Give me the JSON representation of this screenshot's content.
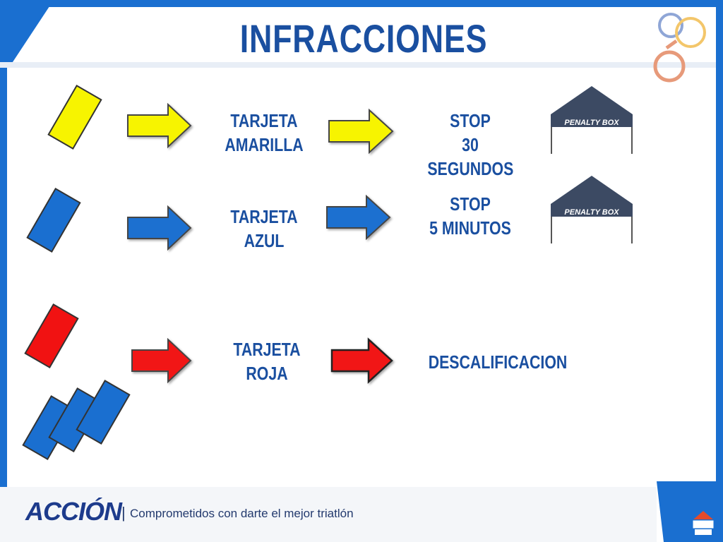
{
  "title": "INFRACCIONES",
  "rows": [
    {
      "card_color": "#f7f400",
      "label_lines": [
        "TARJETA",
        "AMARILLA"
      ],
      "arrow_color": "#f7f400",
      "result_lines": [
        "STOP",
        "30",
        "SEGUNDOS"
      ],
      "penalty_box": "PENALTY BOX"
    },
    {
      "card_color": "#1a6fd0",
      "label_lines": [
        "TARJETA",
        "AZUL"
      ],
      "arrow_color": "#1a6fd0",
      "result_lines": [
        "STOP",
        "5 MINUTOS"
      ],
      "penalty_box": "PENALTY BOX"
    },
    {
      "card_color": "#f11212",
      "label_lines": [
        "TARJETA",
        "ROJA"
      ],
      "arrow_color": "#f11212",
      "result_lines": [
        "DESCALIFICACION"
      ]
    }
  ],
  "footer": {
    "brand": "ACCIÓN",
    "separator": "|",
    "tagline": "Comprometidos con darte el mejor triatlón"
  },
  "colors": {
    "accent": "#1a4fa0",
    "frame": "#1a6fd0",
    "tent": "#3c4a63"
  },
  "icons": [
    "olympic-rings-logo",
    "corner-logo"
  ]
}
